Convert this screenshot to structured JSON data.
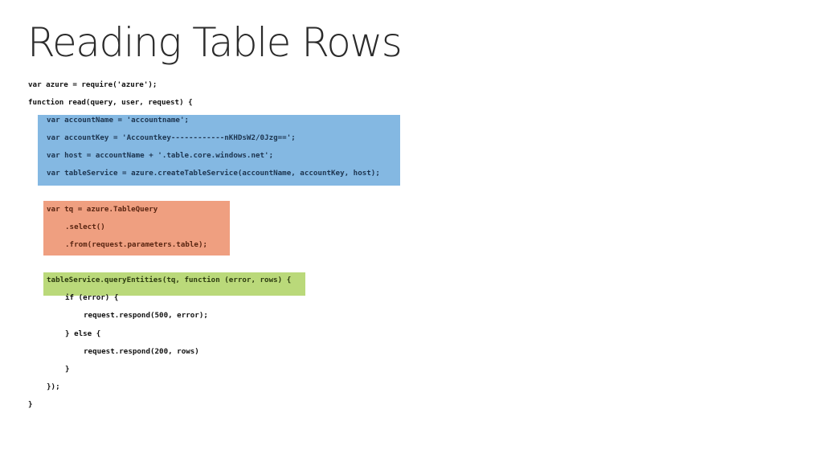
{
  "slide": {
    "title": "Reading Table Rows"
  },
  "colors": {
    "account_block": "#84b8e2",
    "query_block": "#ef9f80",
    "service_call_block": "#bad97a"
  },
  "code": {
    "lines": [
      "var azure = require('azure');",
      "function read(query, user, request) {",
      "var accountName = 'accountname';",
      "var accountKey = 'Accountkey------------nKHDsW2/0Jzg==';",
      "var host = accountName + '.table.core.windows.net';",
      "var tableService = azure.createTableService(accountName, accountKey, host);",
      "var tq = azure.TableQuery",
      ".select()",
      ".from(request.parameters.table);",
      "tableService.queryEntities(tq, function (error, rows) {",
      "if (error) {",
      "request.respond(500, error);",
      "} else {",
      "request.respond(200, rows)",
      "}",
      "});",
      "}"
    ]
  }
}
